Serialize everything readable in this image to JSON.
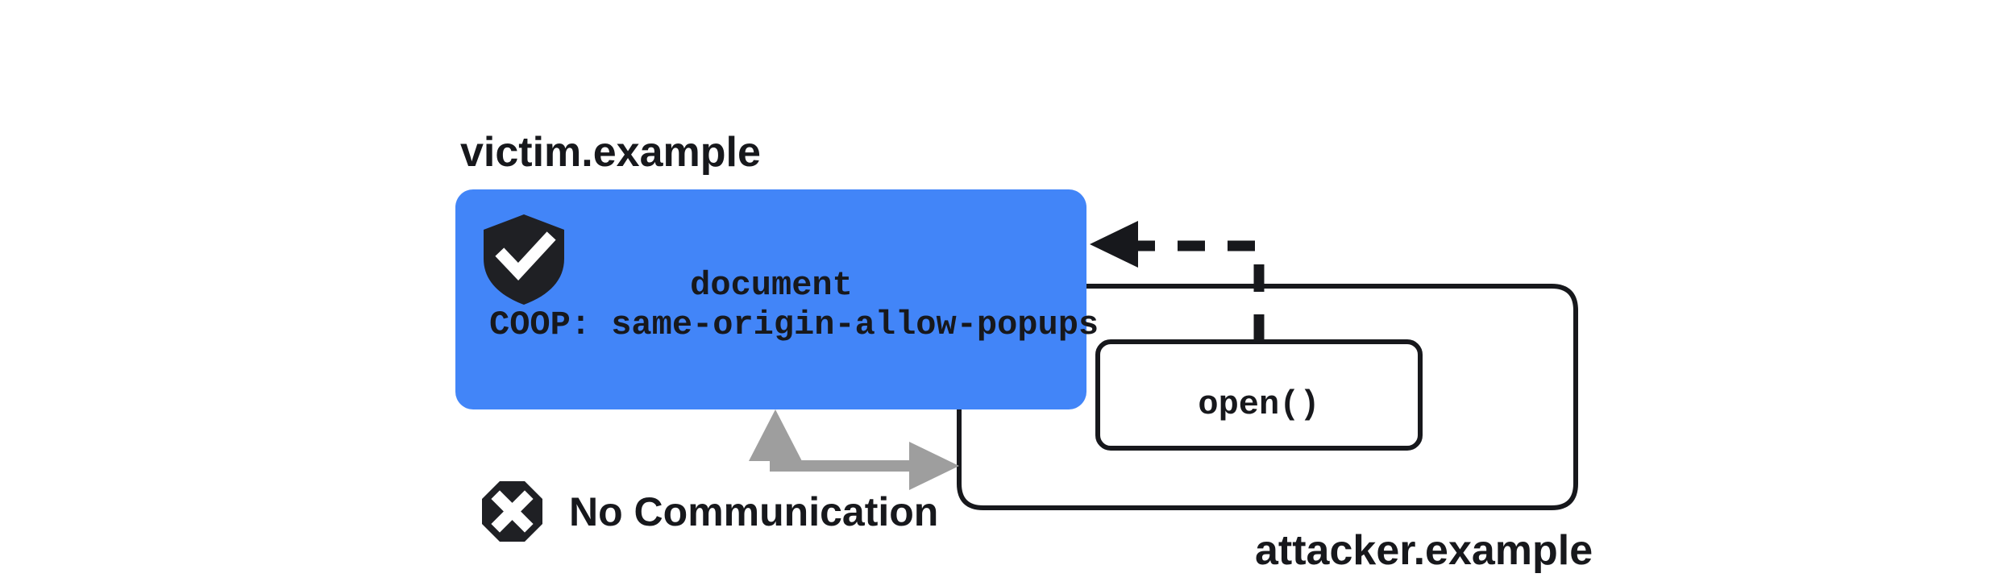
{
  "diagram": {
    "title_victim": "victim.example",
    "title_attacker": "attacker.example",
    "colors": {
      "accent_blue": "#4285F8",
      "ink": "#17181c",
      "gray_arrow": "#9e9e9e",
      "white": "#ffffff"
    },
    "victim_frame": {
      "name": "victim.example",
      "label": "victim.example",
      "document_label": "document",
      "coop_label": "COOP: same-origin-allow-popups",
      "shield_icon": "shield-check-icon",
      "fill": "#4285F8"
    },
    "attacker_frame": {
      "name": "attacker.example",
      "label": "attacker.example",
      "open_call_label": "open()"
    },
    "no_communication": {
      "icon": "octagon-x-icon",
      "label": "No Communication"
    },
    "connections": [
      {
        "name": "open-dashed-arrow",
        "style": "dashed",
        "from": "open()",
        "to": "victim.example document",
        "color": "#17181c"
      },
      {
        "name": "blocked-communication-arrow",
        "style": "solid-bidirectional",
        "from": "attacker.example",
        "to": "victim.example",
        "color": "#9e9e9e"
      }
    ]
  }
}
